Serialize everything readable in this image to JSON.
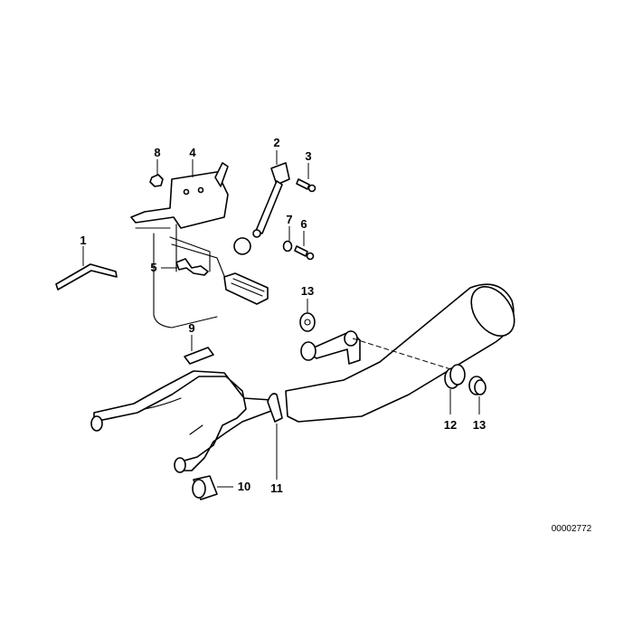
{
  "diagram": {
    "callouts": [
      "1",
      "2",
      "3",
      "4",
      "5",
      "6",
      "7",
      "8",
      "9",
      "10",
      "11",
      "12",
      "13",
      "13"
    ],
    "document_id": "00002772"
  }
}
